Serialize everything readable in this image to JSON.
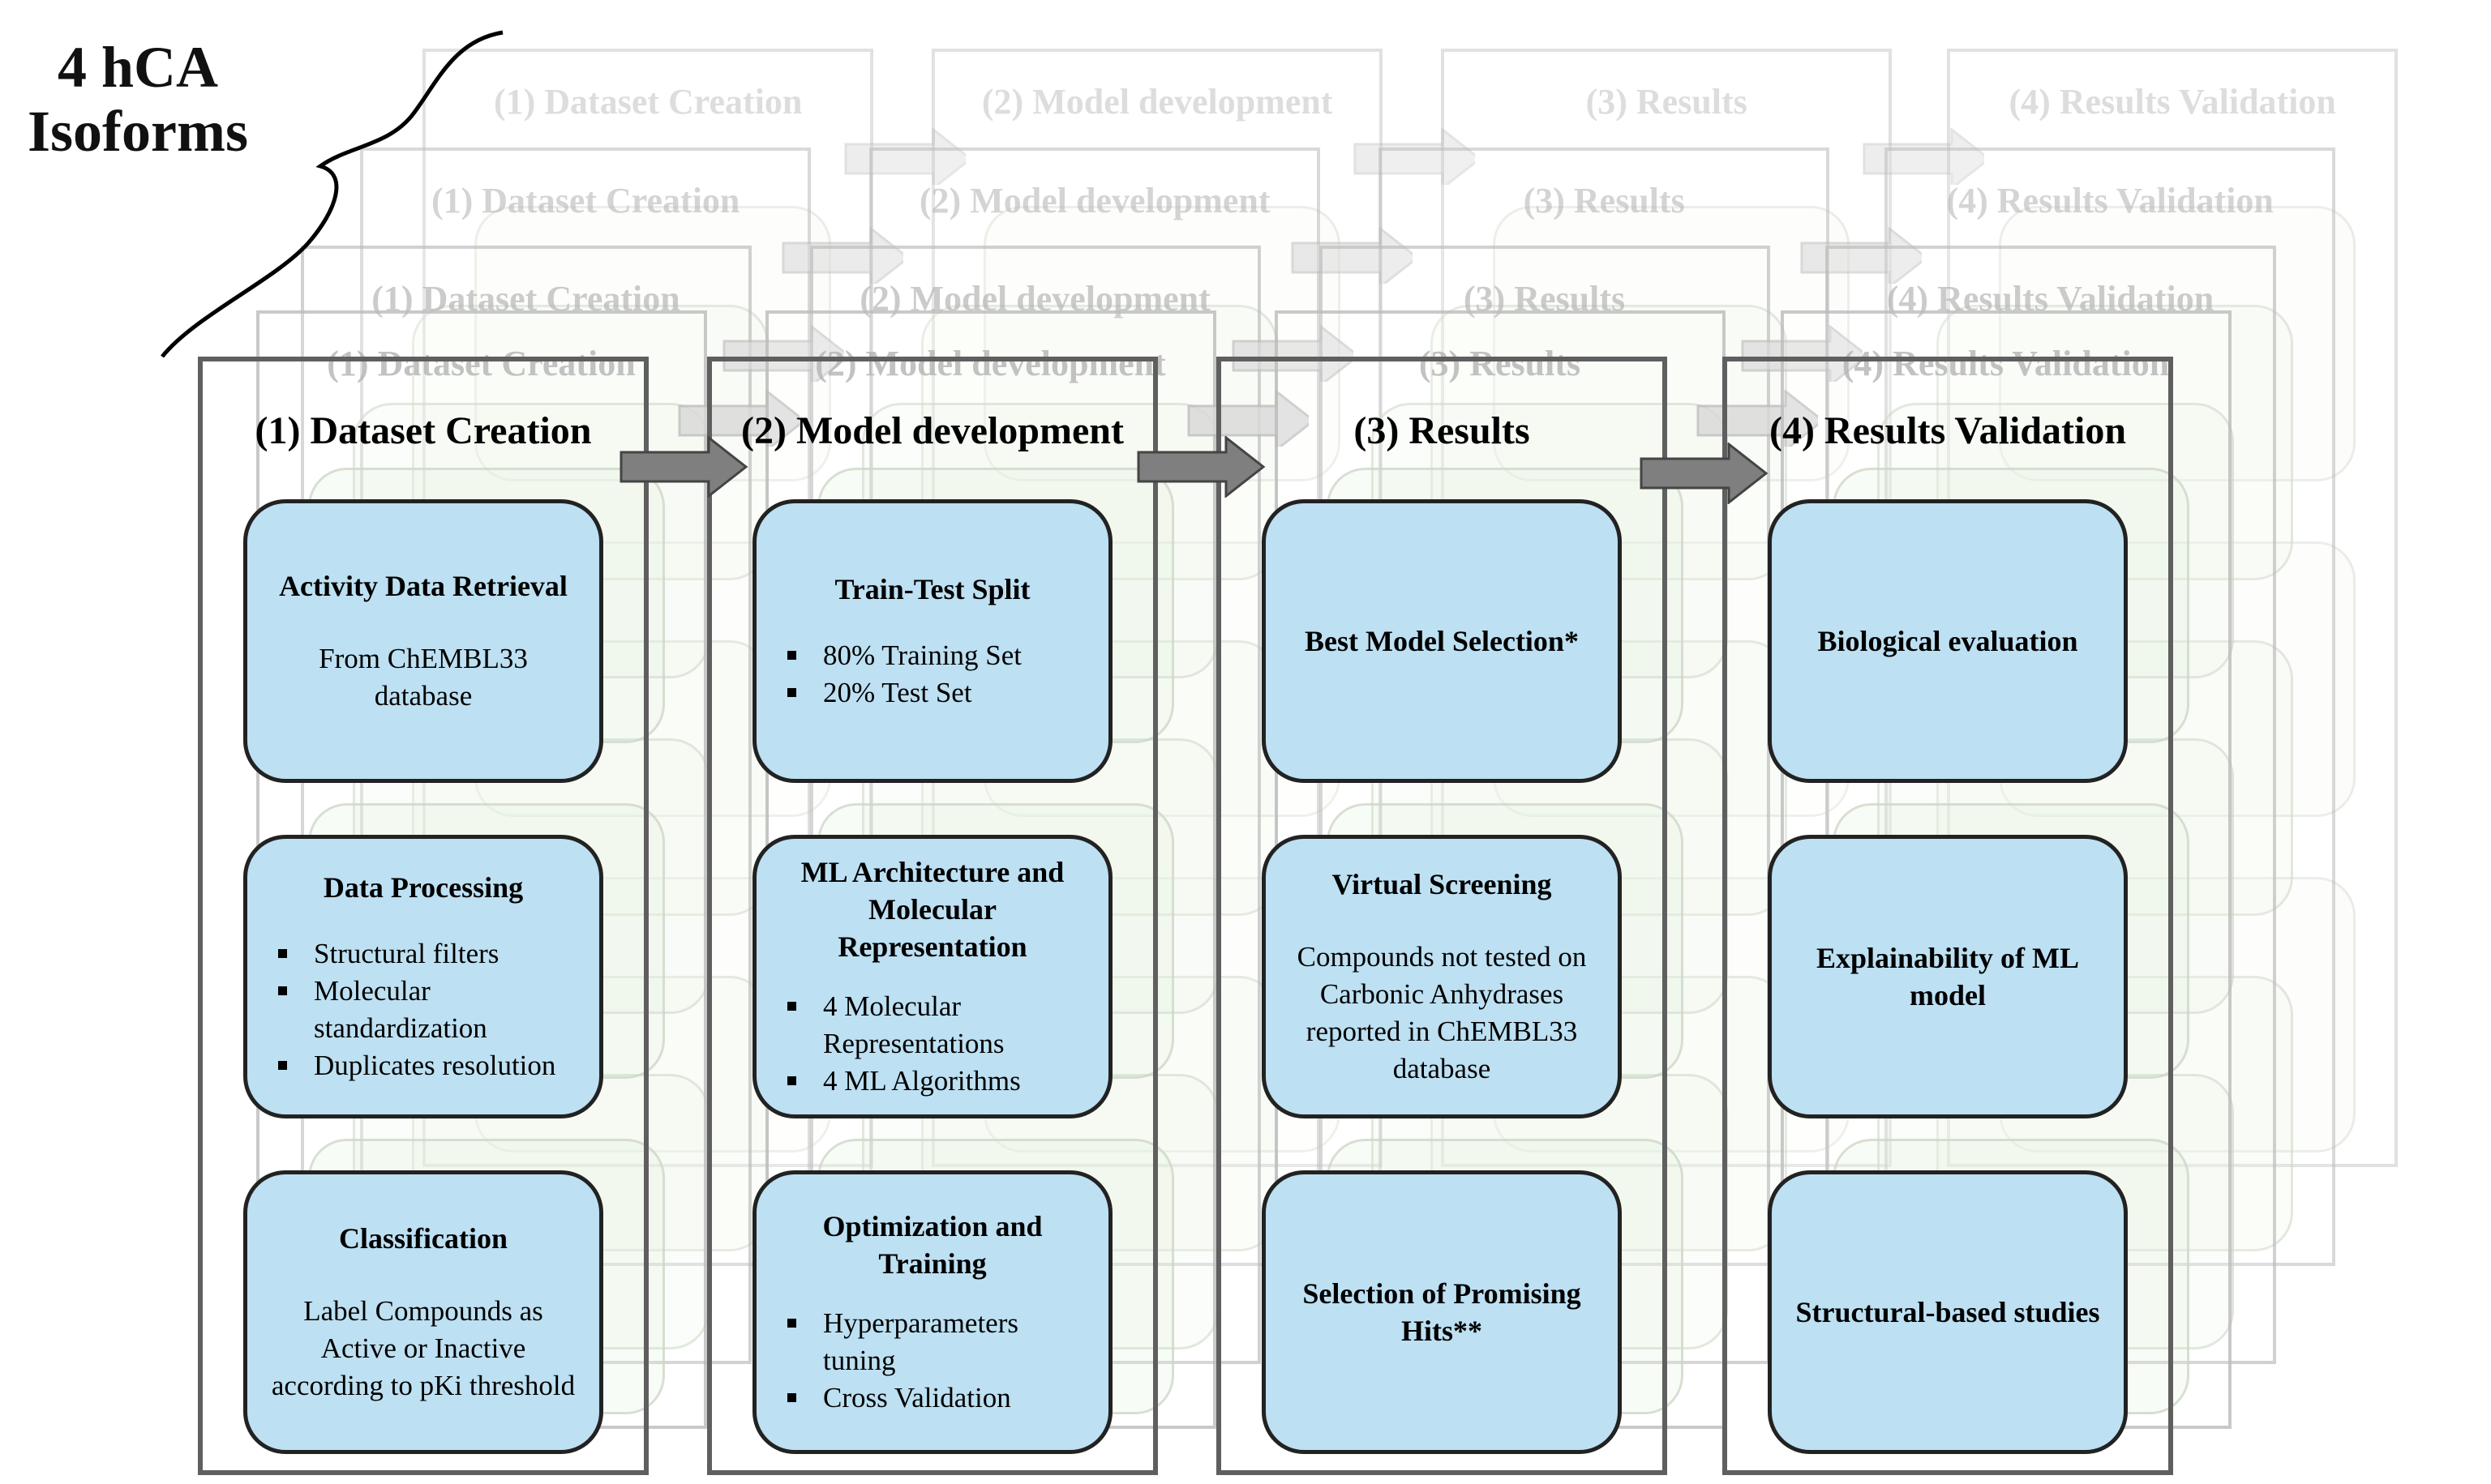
{
  "title": {
    "line1": "4 hCA",
    "line2": "Isoforms"
  },
  "colors": {
    "card_fill": "#bde0f2",
    "card_border": "#222222",
    "stage_border": "#5f5f5f",
    "arrow": "#7f7f7f",
    "ghost": "#b5b5b5"
  },
  "stages": [
    {
      "header": "(1) Dataset Creation",
      "cards": [
        {
          "title": "Activity Data Retrieval",
          "body": "From ChEMBL33 database",
          "bullets": []
        },
        {
          "title": "Data Processing",
          "body": "",
          "bullets": [
            "Structural filters",
            "Molecular standardization",
            "Duplicates resolution"
          ]
        },
        {
          "title": "Classification",
          "body": "Label Compounds as Active or Inactive according to  pKi threshold",
          "bullets": []
        }
      ]
    },
    {
      "header": "(2) Model development",
      "cards": [
        {
          "title": "Train-Test Split",
          "body": "",
          "bullets": [
            "80% Training Set",
            "20% Test Set"
          ]
        },
        {
          "title": "ML Architecture and Molecular Representation",
          "body": "",
          "bullets": [
            "4 Molecular Representations",
            "4 ML Algorithms"
          ]
        },
        {
          "title": "Optimization and Training",
          "body": "",
          "bullets": [
            "Hyperparameters tuning",
            "Cross Validation"
          ]
        }
      ]
    },
    {
      "header": "(3) Results",
      "cards": [
        {
          "title": "Best Model Selection*",
          "body": "",
          "bullets": []
        },
        {
          "title": "Virtual Screening",
          "body": "Compounds not tested on Carbonic Anhydrases reported in ChEMBL33 database",
          "bullets": []
        },
        {
          "title": "Selection of Promising Hits**",
          "body": "",
          "bullets": []
        }
      ]
    },
    {
      "header": "(4) Results Validation",
      "cards": [
        {
          "title": "Biological evaluation",
          "body": "",
          "bullets": []
        },
        {
          "title": "Explainability of ML model",
          "body": "",
          "bullets": []
        },
        {
          "title": "Structural-based studies",
          "body": "",
          "bullets": []
        }
      ]
    }
  ]
}
